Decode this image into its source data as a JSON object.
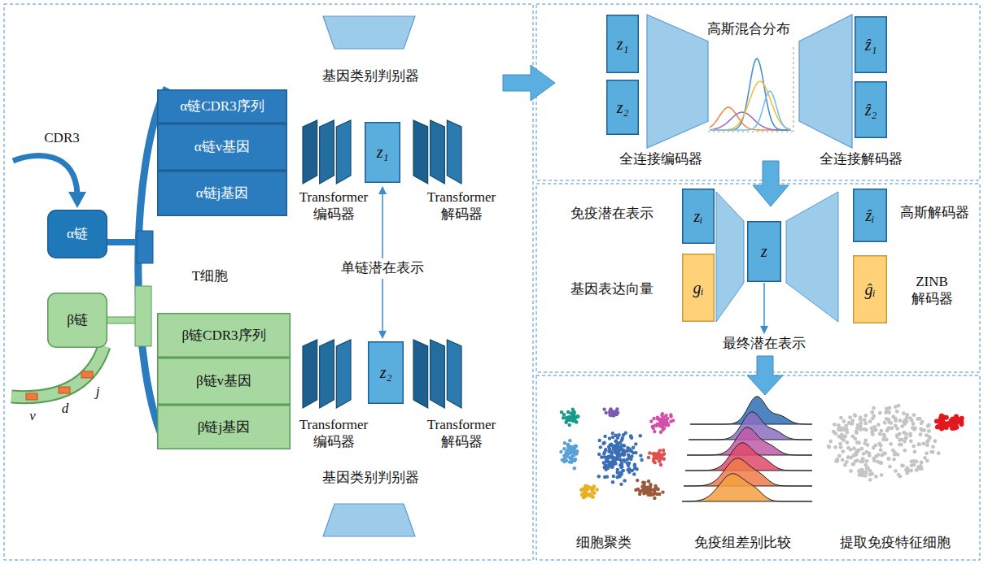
{
  "diagram": {
    "nodes": [
      {
        "text": [
          "基因类别判别器"
        ]
      },
      {
        "text": [
          "α链CDR3序列"
        ]
      },
      {
        "text": [
          "α链v基因"
        ]
      },
      {
        "text": [
          "α链j基因"
        ]
      },
      {
        "text": [
          "Transformer 编码器"
        ]
      },
      {
        "text": [
          "z₁"
        ]
      },
      {
        "text": [
          "Transformer 解码器"
        ]
      },
      {
        "text": [
          "α链"
        ]
      },
      {
        "text": [
          "β链"
        ]
      },
      {
        "text": [
          "β链CDR3序列"
        ]
      },
      {
        "text": [
          "β链v基因"
        ]
      },
      {
        "text": [
          "β链j基因"
        ]
      },
      {
        "text": [
          "Transformer 编码器"
        ]
      },
      {
        "text": [
          "z₂"
        ]
      },
      {
        "text": [
          "Transformer 解码器"
        ]
      },
      {
        "text": [
          "基因类别判别器"
        ]
      },
      {
        "text": [
          "z₁"
        ]
      },
      {
        "text": [
          "z₂"
        ]
      },
      {
        "text": [
          "全连接编码器"
        ]
      },
      {
        "text": [
          "全连接解码器"
        ]
      },
      {
        "text": [
          "ẑ₁"
        ]
      },
      {
        "text": [
          "ẑ₂"
        ]
      },
      {
        "text": [
          "免疫潜在表示",
          "zᵢ"
        ]
      },
      {
        "text": [
          "z"
        ]
      },
      {
        "text": [
          "ẑᵢ",
          "高斯解码器"
        ]
      },
      {
        "text": [
          "基因表达向量",
          "gᵢ"
        ]
      },
      {
        "text": [
          "ĝᵢ",
          "ZINB 解码器"
        ]
      }
    ],
    "labels": [
      "CDR3",
      "T细胞",
      "单链潜在表示",
      "v",
      "d",
      "j",
      "高斯混合分布",
      "最终潜在表示",
      "细胞聚类",
      "免疫组差别比较",
      "提取免疫特征细胞"
    ]
  }
}
